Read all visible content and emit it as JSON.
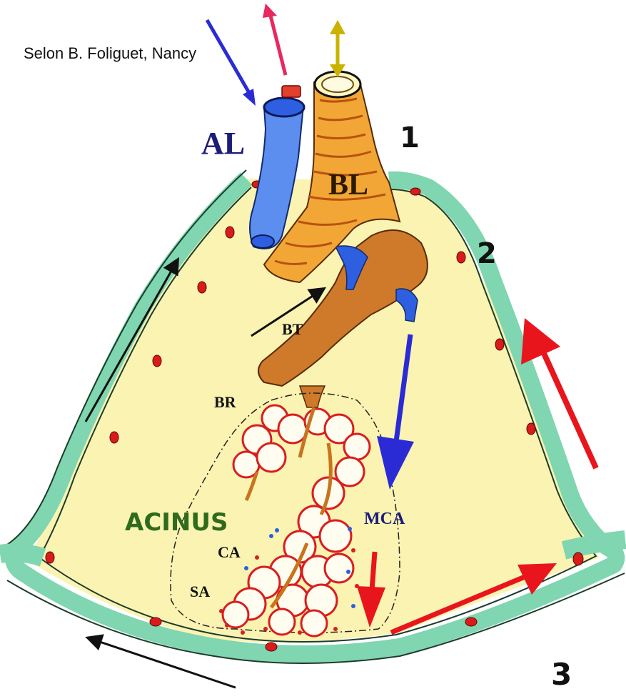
{
  "credit": "Selon B. Foliguet, Nancy",
  "labels": {
    "al": "AL",
    "bl": "BL",
    "bt": "BT",
    "br": "BR",
    "acinus": "ACINUS",
    "mca": "MCA",
    "ca": "CA",
    "sa": "SA",
    "n1": "1",
    "n2": "2",
    "n3": "3"
  },
  "colors": {
    "lobule_fill": "#fbf3b2",
    "septum": "#7fd6b0",
    "septum_vessel": "#d81c1c",
    "artery": "#2d5fe0",
    "bronchus": "#e0891f",
    "alveoli": "#d91e1e",
    "arrow_blue": "#2b2bd6",
    "arrow_pink": "#e8285e",
    "arrow_yellow": "#c9b300",
    "arrow_red": "#e8161c",
    "arrow_black": "#111111",
    "label_navy": "#1c1c7a",
    "label_green": "#2f6b1c"
  }
}
